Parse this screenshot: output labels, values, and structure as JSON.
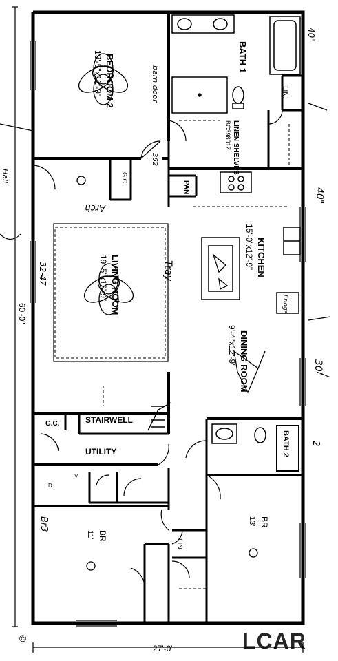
{
  "plan": {
    "dims": {
      "width": "27'-0\"",
      "length": "60'-0\""
    },
    "rooms": {
      "bedroom2": {
        "name": "BEDROOM 2",
        "size": "13'-5\"x12'-9\""
      },
      "bath1": {
        "name": "BATH 1"
      },
      "kitchen": {
        "name": "KITCHEN",
        "size": "15'-0\"x12'-9\""
      },
      "living": {
        "name": "LIVING ROOM",
        "size": "19'-5\"x12'-9\""
      },
      "dining": {
        "name": "DINING ROOM",
        "size": "9'-4\"x12'-9\""
      },
      "stairwell": {
        "name": "STAIRWELL"
      },
      "utility": {
        "name": "UTILITY"
      },
      "bath2": {
        "name": "BATH 2"
      }
    },
    "labels": {
      "lin_top": "LIN.",
      "lin_bottom": "LIN",
      "linen_shelves": "LINEN SHELVES",
      "linen_code": "BC39801Z",
      "pan": "PAN",
      "gc_top": "G.C.",
      "gc_utility": "G.C.",
      "v": "V",
      "d": "D"
    },
    "bedroom3": {
      "name": "BR",
      "dim": "11'"
    },
    "bedroom_br": {
      "name": "BR",
      "dim": "13'"
    },
    "handwritten": {
      "barn_door": "barn door",
      "arch": "Arch",
      "tray": "Tray",
      "rel_32_47": "32-47",
      "num_362": "362",
      "forty_top": "40\"",
      "forty": "40\"",
      "num_30": "30\"",
      "num_2": "2",
      "br3": "Br3",
      "hall": "Hall",
      "fridge": "Fridge"
    },
    "logo": "LCAR",
    "copyright": "©"
  }
}
